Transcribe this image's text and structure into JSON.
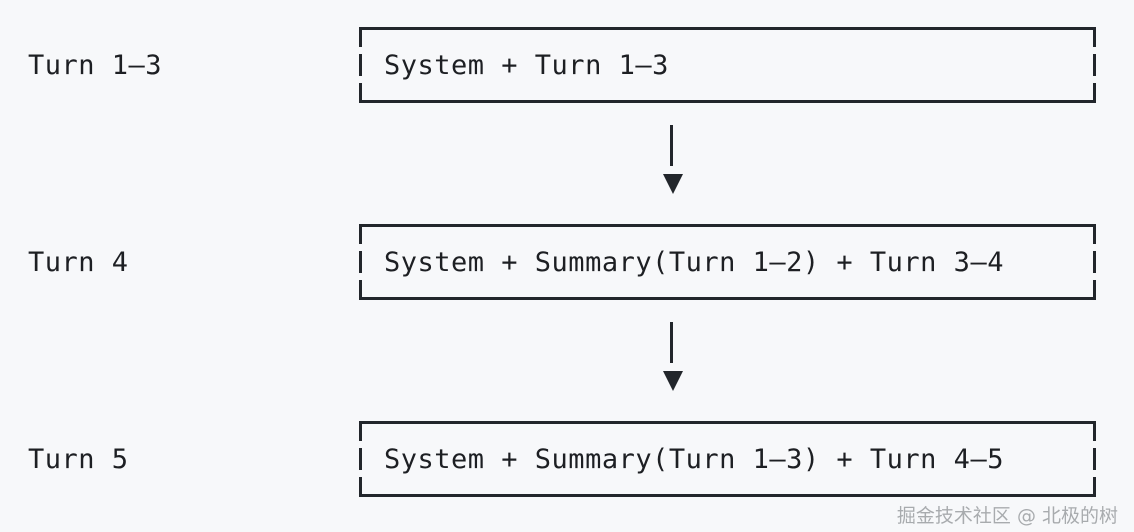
{
  "page": {
    "background_color": "#f7f8fa",
    "ink_color": "#22262b",
    "text_color": "#1d1f23"
  },
  "diagram": {
    "type": "ascii-flow",
    "rows": [
      {
        "label": "Turn 1–3",
        "box_text": "System + Turn 1–3"
      },
      {
        "label": "Turn 4",
        "box_text": "System + Summary(Turn 1–2) + Turn 3–4"
      },
      {
        "label": "Turn 5",
        "box_text": "System + Summary(Turn 1–3) + Turn 4–5"
      }
    ],
    "connectors": [
      {
        "from_row": 0,
        "to_row": 1,
        "glyph": "▼"
      },
      {
        "from_row": 1,
        "to_row": 2,
        "glyph": "▼"
      }
    ]
  },
  "watermark": {
    "text": "掘金技术社区 @ 北极的树"
  }
}
